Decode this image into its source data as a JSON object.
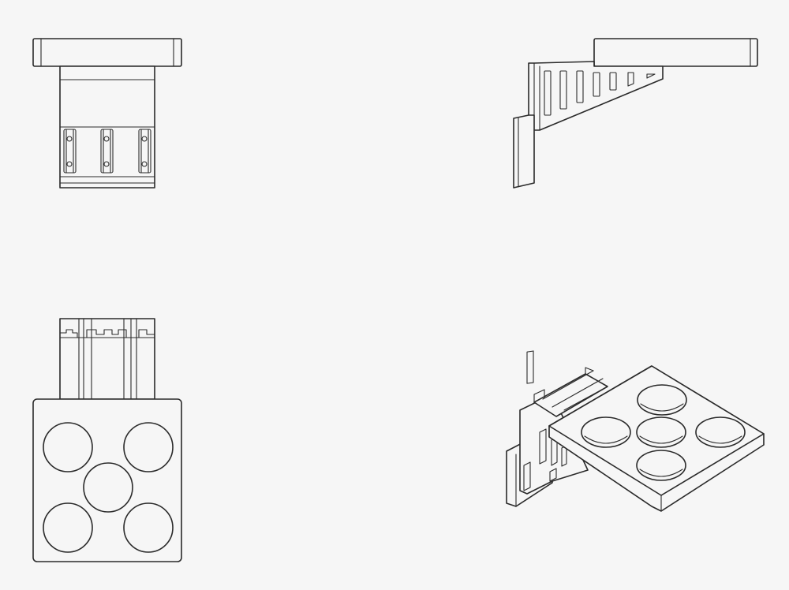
{
  "drawing": {
    "subject": "shelf-bracket-with-five-round-holes",
    "line_color": "#2a2a2a",
    "background": "#f6f6f6",
    "views": [
      "front-view",
      "side-view",
      "top-view",
      "isometric-view"
    ]
  }
}
